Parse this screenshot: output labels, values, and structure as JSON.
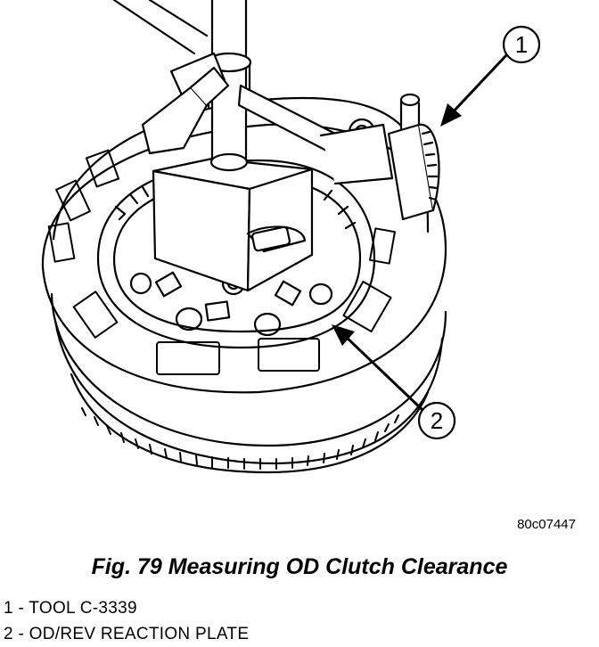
{
  "callouts": [
    {
      "number": "1",
      "label": "TOOL C-3339"
    },
    {
      "number": "2",
      "label": "OD/REV REACTION PLATE"
    }
  ],
  "figure_id": "80c07447",
  "caption": "Fig. 79 Measuring OD Clutch Clearance",
  "legend": [
    "1 - TOOL C-3339",
    "2 - OD/REV REACTION PLATE"
  ],
  "colors": {
    "ink": "#000000",
    "paper": "#ffffff"
  }
}
